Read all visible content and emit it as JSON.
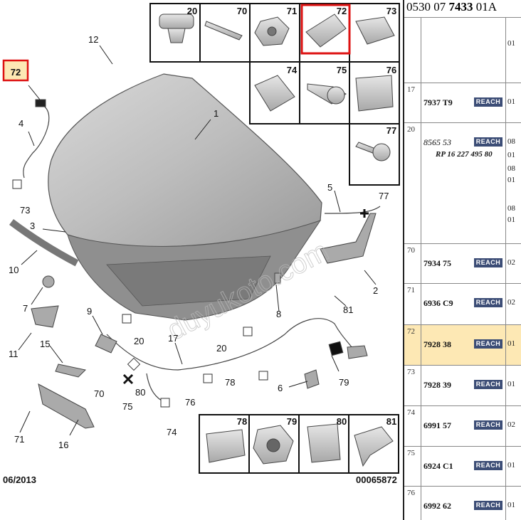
{
  "diagram": {
    "date_code": "06/2013",
    "image_code": "00065872",
    "watermark": "duyukoto.com",
    "selected_callout": "72",
    "callouts": [
      "1",
      "2",
      "3",
      "4",
      "5",
      "6",
      "7",
      "8",
      "9",
      "10",
      "11",
      "12",
      "15",
      "16",
      "17",
      "20",
      "20",
      "70",
      "71",
      "73",
      "74",
      "75",
      "76",
      "77",
      "78",
      "79",
      "80",
      "81"
    ],
    "detail_cells_top": [
      "20",
      "70",
      "71",
      "72",
      "73"
    ],
    "detail_cells_mid": [
      "74",
      "75",
      "76"
    ],
    "detail_cells_77": "77",
    "detail_cells_bottom": [
      "78",
      "79",
      "80",
      "81"
    ]
  },
  "sidebar": {
    "header": {
      "prefix": "0530 07 ",
      "bold": "7433",
      "suffix": " 01A"
    },
    "top_qty": "01",
    "rows": [
      {
        "num": "17",
        "ref": "7937 T9",
        "reach": "REACH",
        "qty": [
          "01"
        ]
      },
      {
        "num": "20",
        "ref": "8565 53",
        "reach": "REACH",
        "rp": "RP 16 227 495 80",
        "qty": [
          "08",
          "01",
          "08",
          "01",
          "08",
          "01"
        ]
      },
      {
        "num": "70",
        "ref": "7934 75",
        "reach": "REACH",
        "qty": [
          "02"
        ]
      },
      {
        "num": "71",
        "ref": "6936 C9",
        "reach": "REACH",
        "qty": [
          "02"
        ]
      },
      {
        "num": "72",
        "ref": "7928 38",
        "reach": "REACH",
        "qty": [
          "01"
        ]
      },
      {
        "num": "73",
        "ref": "7928 39",
        "reach": "REACH",
        "qty": [
          "01"
        ]
      },
      {
        "num": "74",
        "ref": "6991 57",
        "reach": "REACH",
        "qty": [
          "02"
        ]
      },
      {
        "num": "75",
        "ref": "6924 C1",
        "reach": "REACH",
        "qty": [
          "01"
        ]
      },
      {
        "num": "76",
        "ref": "6992 62",
        "reach": "REACH",
        "qty": [
          "01"
        ]
      }
    ]
  }
}
